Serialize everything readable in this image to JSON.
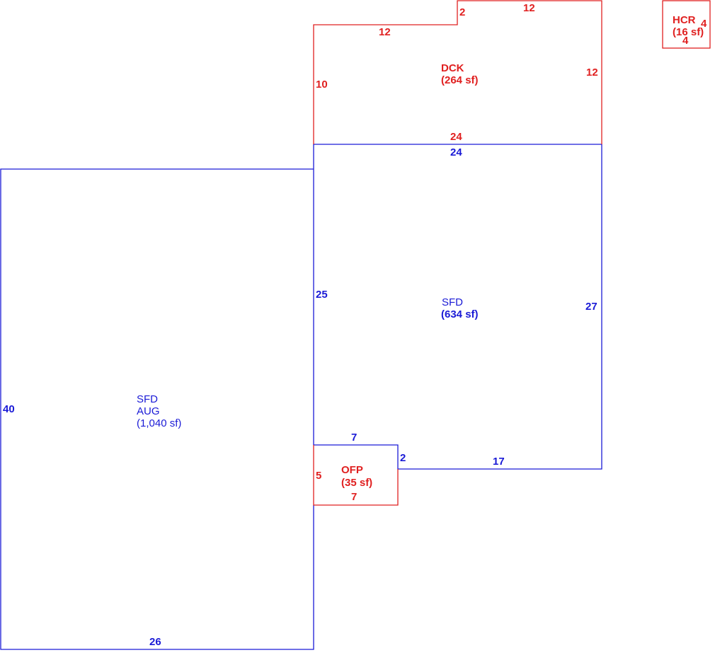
{
  "colors": {
    "living_area": "#1a1ad6",
    "other_area": "#e02020"
  },
  "areas": {
    "sfd_aug": {
      "code": "SFD",
      "sub": "AUG",
      "size": "(1,040 sf)",
      "dims": {
        "left": "40",
        "bottom": "26"
      }
    },
    "sfd_main": {
      "code": "SFD",
      "size": "(634 sf)",
      "dims": {
        "top": "24",
        "left": "25",
        "right": "27",
        "bottom": "17",
        "ofp_top": "7",
        "ofp_side": "2"
      }
    },
    "dck": {
      "code": "DCK",
      "size": "(264 sf)",
      "dims": {
        "left": "10",
        "top_left": "12",
        "step": "2",
        "top_right": "12",
        "right": "12",
        "bottom": "24"
      }
    },
    "ofp": {
      "code": "OFP",
      "size": "(35 sf)",
      "dims": {
        "left": "5",
        "bottom": "7"
      }
    },
    "hcr": {
      "code": "HCR",
      "size": "(16 sf)",
      "dims": {
        "right": "4",
        "bottom": "4"
      }
    }
  }
}
